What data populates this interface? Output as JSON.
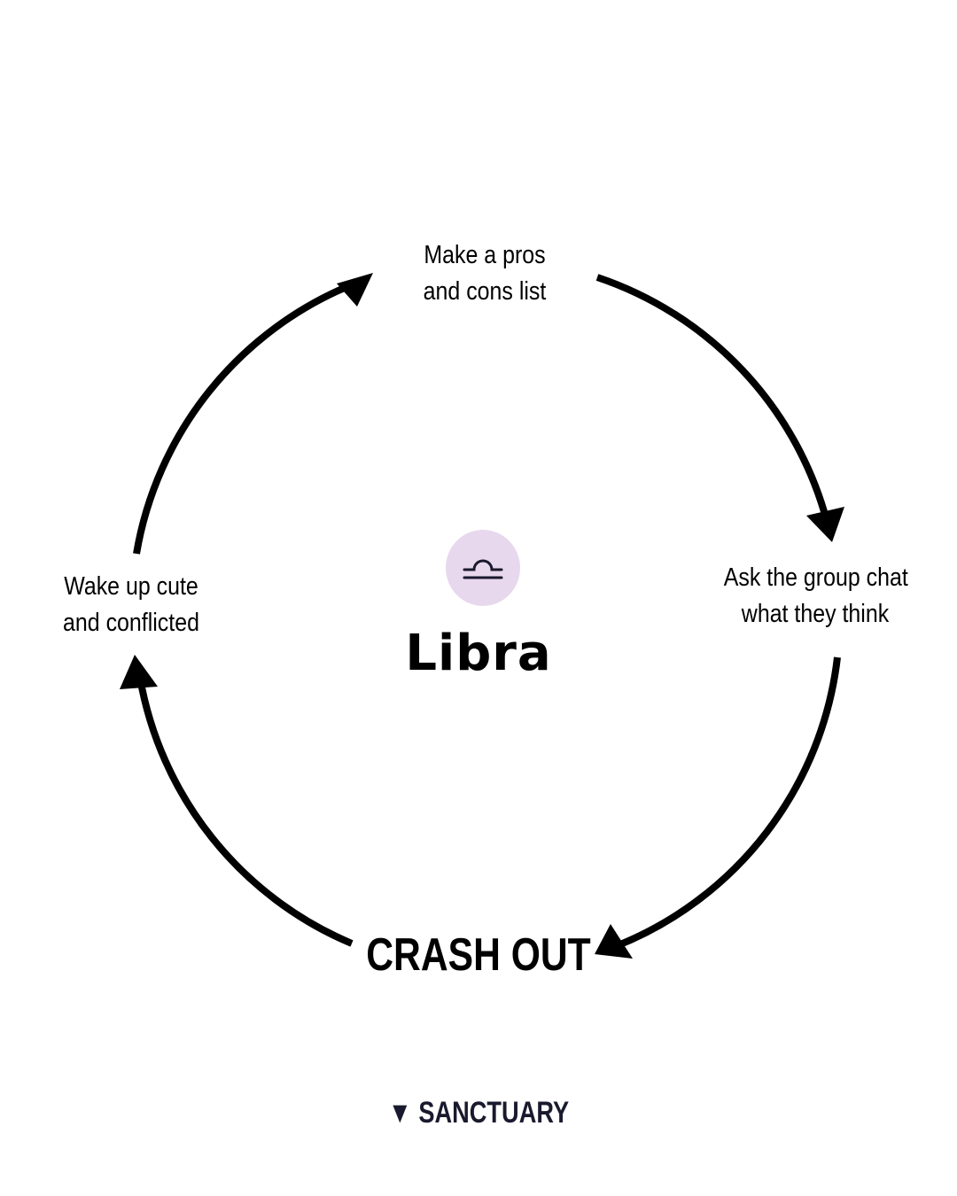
{
  "colors": {
    "arrow": "#000000",
    "badge": "#e8d8ee",
    "brand": "#1a1a2e"
  },
  "center": {
    "icon": "libra-icon",
    "title": "Libra"
  },
  "steps": [
    {
      "id": "top",
      "lines": [
        "Make a pros",
        "and cons list"
      ]
    },
    {
      "id": "right",
      "lines": [
        "Ask the group chat",
        "what they think"
      ]
    },
    {
      "id": "bottom",
      "lines": [
        "CRASH OUT"
      ]
    },
    {
      "id": "left",
      "lines": [
        "Wake up cute",
        "and conflicted"
      ]
    }
  ],
  "footer": {
    "symbol": "▼",
    "brand": "SANCTUARY"
  }
}
